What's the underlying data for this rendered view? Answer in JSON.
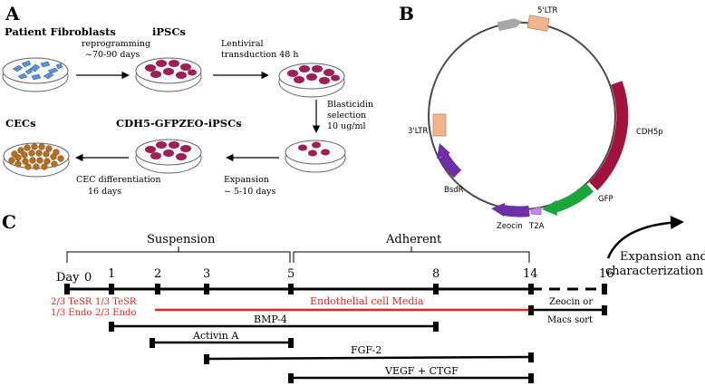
{
  "panels": {
    "a": {
      "letter": "A",
      "labels": {
        "fibroblasts": "Patient Fibroblasts",
        "ipscs": "iPSCs",
        "cecs": "CECs",
        "cdh5_ipscs": "CDH5-GFPZEO-iPSCs"
      },
      "steps": {
        "reprogramming_1": "reprogramming",
        "reprogramming_2": "~70-90 days",
        "lentiviral_1": "Lentiviral",
        "lentiviral_2": "transduction 48 h",
        "blasticidin_1": "Blasticidin",
        "blasticidin_2": "selection",
        "blasticidin_3": "10 ug/ml",
        "expansion_1": "Expansion",
        "expansion_2": "~ 5-10 days",
        "cec_diff_1": "CEC differentiation",
        "cec_diff_2": "16 days"
      }
    },
    "b": {
      "letter": "B",
      "elements": {
        "ltr5": "5'LTR",
        "cdh5p": "CDH5p",
        "gfp": "GFP",
        "t2a": "T2A",
        "zeocin": "Zeocin",
        "bsdr": "BsdR",
        "ltr3": "3'LTR"
      }
    },
    "c": {
      "letter": "C",
      "phases": {
        "suspension": "Suspension",
        "adherent": "Adherent"
      },
      "expansion_1": "Expansion and",
      "expansion_2": "characterization",
      "day_label": "Day",
      "days": [
        "0",
        "1",
        "2",
        "3",
        "5",
        "8",
        "14",
        "16"
      ],
      "media": {
        "d0_1": "2/3 TeSR",
        "d0_2": "1/3 Endo",
        "d1_1": "1/3 TeSR",
        "d1_2": "2/3 Endo",
        "endothelial": "Endothelial cell Media"
      },
      "sort_1": "Zeocin or",
      "sort_2": "Macs sort",
      "factors": {
        "bmp4": "BMP-4",
        "activin": "Activin A",
        "fgf2": "FGF-2",
        "vegf": "VEGF + CTGF"
      }
    }
  },
  "colors": {
    "red": "#e8231d",
    "dish_cells_blue": "#5b8fd6",
    "dish_cells_magenta": "#9e1f55",
    "dish_cells_brown": "#b36f1f",
    "ltr": "#f2b48c",
    "cdh5p": "#a3123f",
    "gfp": "#1aa63a",
    "t2a": "#c089e6",
    "zeocin_bsdr": "#6f2fa8",
    "gray_arrow": "#a6a6a6"
  }
}
